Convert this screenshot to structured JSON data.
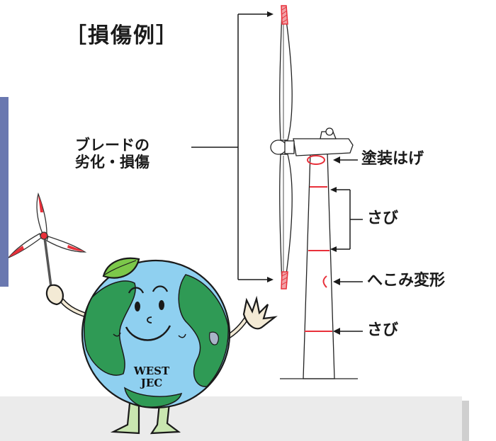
{
  "title": "［損傷例］",
  "labels": {
    "blade_line1": "ブレードの",
    "blade_line2": "劣化・損傷",
    "paint": "塗装はげ",
    "rust_upper": "さび",
    "dent": "へこみ変形",
    "rust_lower": "さび"
  },
  "mascot": {
    "line1": "WEST",
    "line2": "JEC"
  },
  "colors": {
    "damage_red": "#e8303a",
    "earth_blue": "#8fd0f0",
    "earth_green": "#2f9a55",
    "leaf_green": "#7cc84a",
    "band_gray": "#ebebeb",
    "side_bar": "#6a78b0"
  }
}
